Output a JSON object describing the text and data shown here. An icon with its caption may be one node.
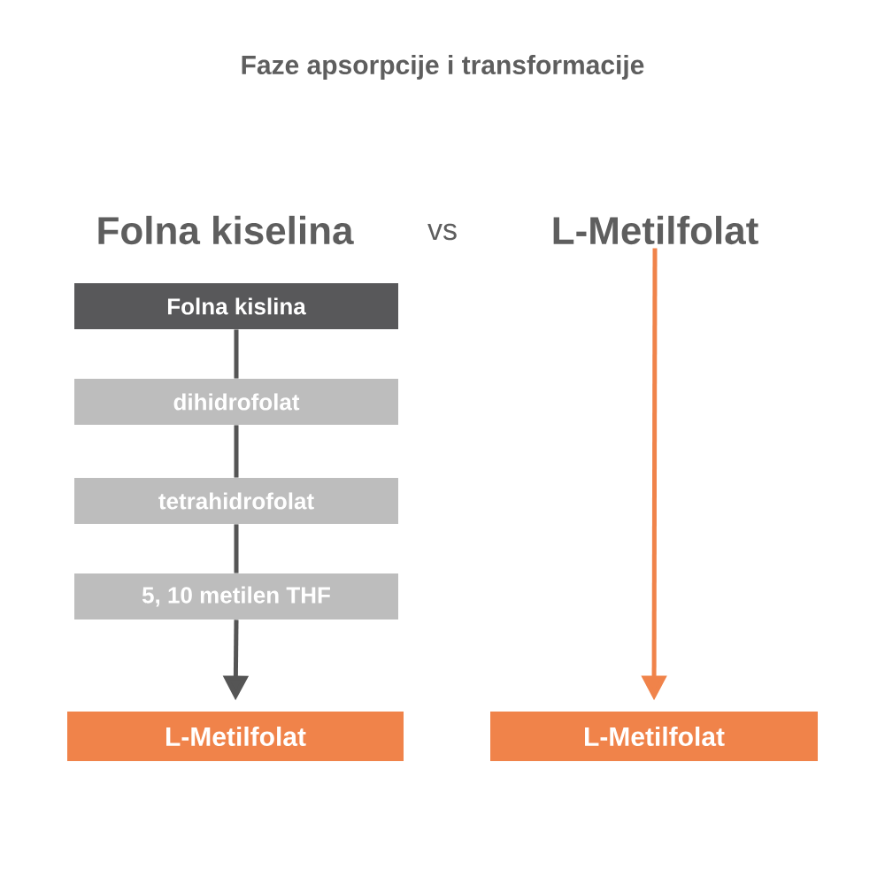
{
  "diagram": {
    "title": "Faze apsorpcije i transformacije",
    "nodes": [
      {
        "text": [
          "Folna kiselina"
        ]
      },
      {
        "text": [
          "Folna kislina"
        ]
      },
      {
        "text": [
          "dihidrofolat"
        ]
      },
      {
        "text": [
          "tetrahidrofolat"
        ]
      },
      {
        "text": [
          "5, 10 metilen THF"
        ]
      },
      {
        "text": [
          "L-Metilfolat"
        ]
      },
      {
        "text": [
          "L-Metilfolat"
        ]
      },
      {
        "text": [
          "L-Metilfolat"
        ]
      }
    ],
    "edges": [
      {
        "from": 1,
        "to": 2,
        "arrow": "none"
      },
      {
        "from": 2,
        "to": 3,
        "arrow": "none"
      },
      {
        "from": 3,
        "to": 4,
        "arrow": "none"
      },
      {
        "from": 4,
        "to": 5,
        "arrow": "to"
      },
      {
        "from": 6,
        "to": 7,
        "arrow": "to",
        "color": "#f0834a"
      }
    ],
    "labels": [
      "vs"
    ]
  }
}
